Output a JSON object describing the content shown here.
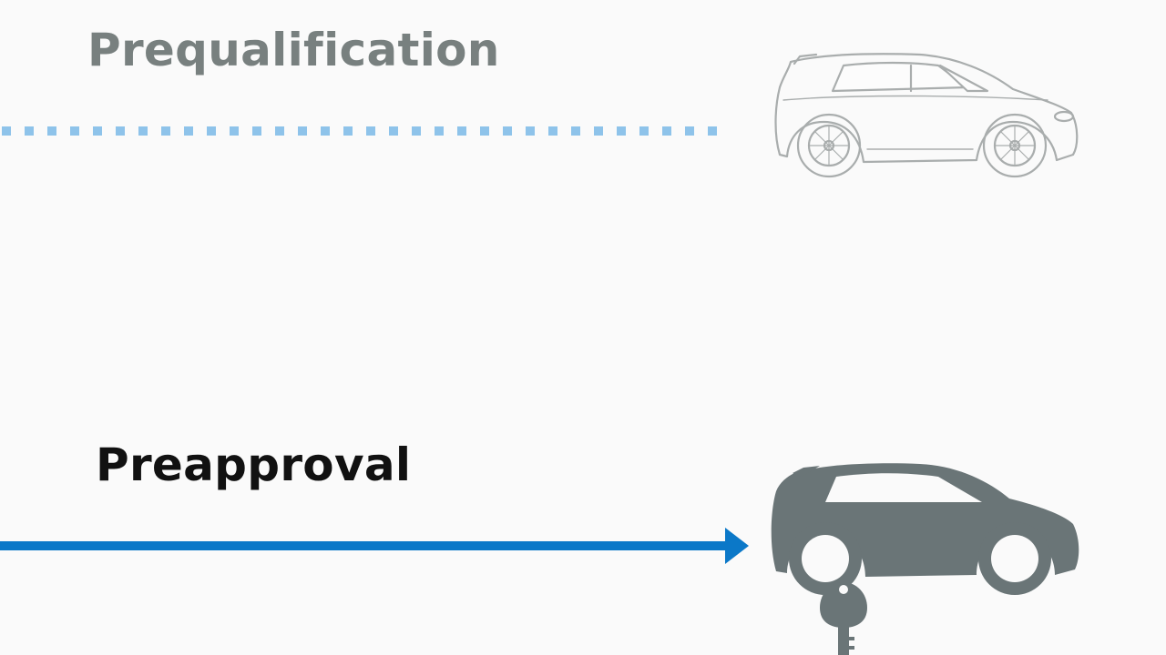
{
  "prequalification": {
    "title": "Prequalification",
    "line_style": "dotted",
    "line_color": "#8ec3ea",
    "car_style": "outline sketch",
    "car_icon": "car-outline-icon"
  },
  "preapproval": {
    "title": "Preapproval",
    "line_style": "solid arrow",
    "line_color": "#0b78c8",
    "car_style": "solid",
    "car_color": "#6a7577",
    "car_icon": "car-solid-icon",
    "key_icon": "key-icon"
  },
  "colors": {
    "background": "#fafafa",
    "muted_title": "#78807f",
    "strong_title": "#111111"
  }
}
